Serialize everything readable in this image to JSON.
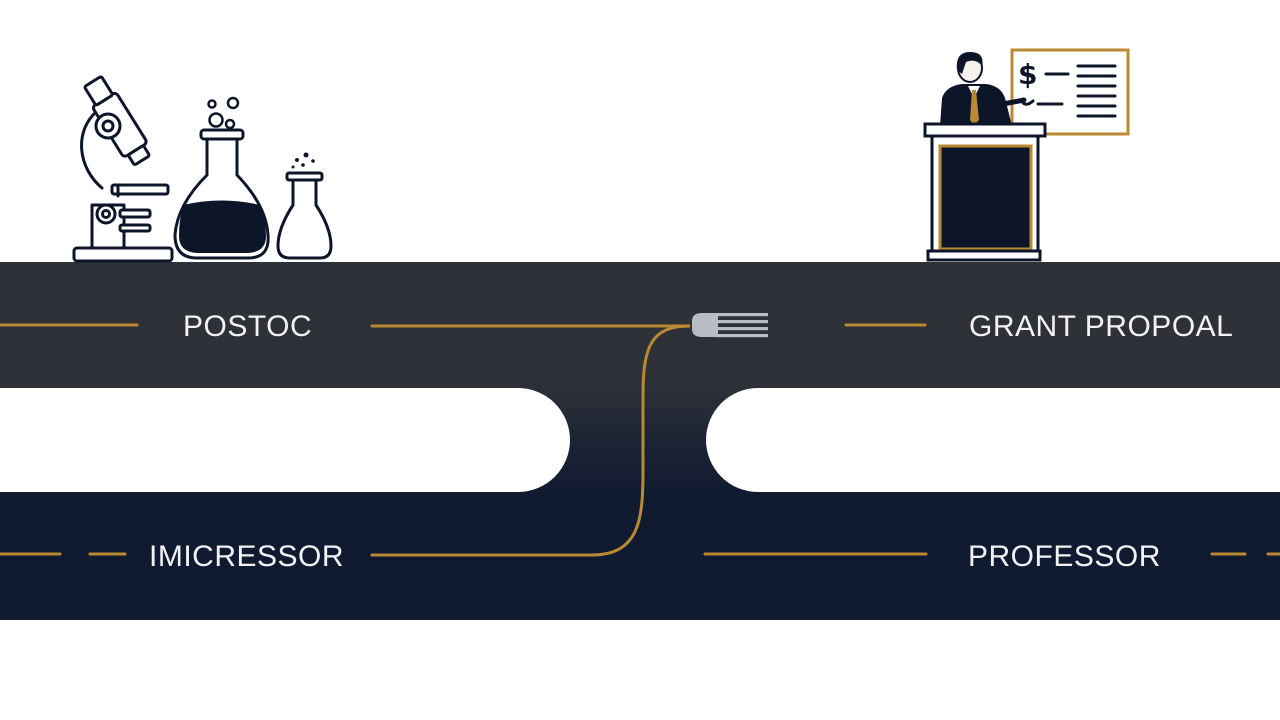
{
  "labels": {
    "top_left": "POSTOC",
    "top_right": "GRANT PROPOAL",
    "bottom_left": "IMICRESSOR",
    "bottom_right": "PROFESSOR"
  },
  "icons": {
    "microscope": "microscope-icon",
    "flask": "flask-icon",
    "beaker": "small-flask-icon",
    "speaker": "speaker-at-podium-icon",
    "board": "grant-board-icon",
    "fork": "fork-icon"
  },
  "colors": {
    "top_road": "#2e3138",
    "bottom_road": "#101a30",
    "accent": "#b98a32",
    "ink": "#0d1628",
    "label": "#f2f2f2",
    "fork": "#b9bcc2"
  }
}
